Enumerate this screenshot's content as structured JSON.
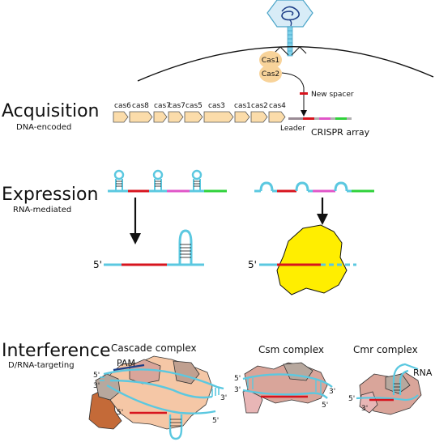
{
  "colors": {
    "rna": "#5bc8e0",
    "spacer_red": "#d7141e",
    "spacer_magenta": "#e055c8",
    "spacer_green": "#2fd23a",
    "gene_fill": "#fbdcaa",
    "cas_circle": "#f8d39a",
    "yellow": "#ffee00",
    "protein_light": "#f5c7a6",
    "protein_mid": "#d9a59a",
    "protein_dark": "#c46a38",
    "protein_pink": "#e8b6b6",
    "protein_gray": "#b7a89e"
  },
  "acquisition": {
    "title": "Acquisition",
    "subtitle": "DNA-encoded",
    "cas1": "Cas1",
    "cas2": "Cas2",
    "new_spacer": "New spacer",
    "leader": "Leader",
    "crispr_array": "CRISPR array",
    "genes": [
      "cas6",
      "cas8",
      "cas7",
      "cas7",
      "cas5",
      "cas3",
      "cas1",
      "cas2",
      "cas4"
    ]
  },
  "expression": {
    "title": "Expression",
    "subtitle": "RNA-mediated",
    "left_five_prime": "5'",
    "right_five_prime": "5'"
  },
  "interference": {
    "title": "Interference",
    "subtitle": "D/RNA-targeting",
    "cascade": {
      "label": "Cascade complex",
      "pam": "PAM",
      "labels": [
        "5'",
        "3'",
        "3'",
        "5'",
        "5'"
      ]
    },
    "csm": {
      "label": "Csm complex",
      "labels": [
        "5'",
        "3'",
        "3'",
        "5'"
      ]
    },
    "cmr": {
      "label": "Cmr complex",
      "rna": "RNA",
      "labels": [
        "5'",
        "3'"
      ]
    }
  }
}
